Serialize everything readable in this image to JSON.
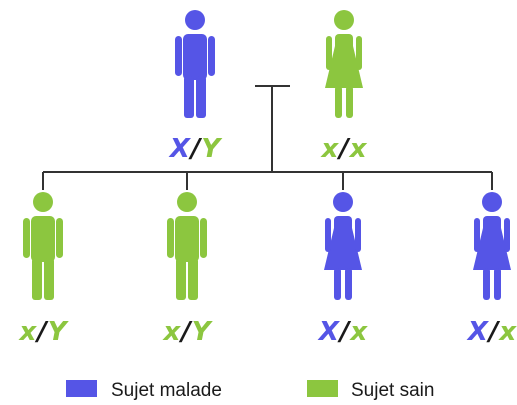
{
  "colors": {
    "affected": "#5555e6",
    "healthy": "#8cc63f",
    "line": "#333333",
    "slash": "#1a1a1a"
  },
  "parents": [
    {
      "id": "father",
      "sex": "male",
      "status": "affected",
      "allele1": "X",
      "allele2": "Y",
      "allele1_status": "affected",
      "allele2_status": "healthy"
    },
    {
      "id": "mother",
      "sex": "female",
      "status": "healthy",
      "allele1": "x",
      "allele2": "x",
      "allele1_status": "healthy",
      "allele2_status": "healthy"
    }
  ],
  "children": [
    {
      "id": "son-1",
      "sex": "male",
      "status": "healthy",
      "allele1": "x",
      "allele2": "Y",
      "allele1_status": "healthy",
      "allele2_status": "healthy"
    },
    {
      "id": "son-2",
      "sex": "male",
      "status": "healthy",
      "allele1": "x",
      "allele2": "Y",
      "allele1_status": "healthy",
      "allele2_status": "healthy"
    },
    {
      "id": "daughter-1",
      "sex": "female",
      "status": "affected",
      "allele1": "X",
      "allele2": "x",
      "allele1_status": "affected",
      "allele2_status": "healthy"
    },
    {
      "id": "daughter-2",
      "sex": "female",
      "status": "affected",
      "allele1": "X",
      "allele2": "x",
      "allele1_status": "affected",
      "allele2_status": "healthy"
    }
  ],
  "legend": {
    "affected_label": "Sujet malade",
    "healthy_label": "Sujet sain"
  }
}
